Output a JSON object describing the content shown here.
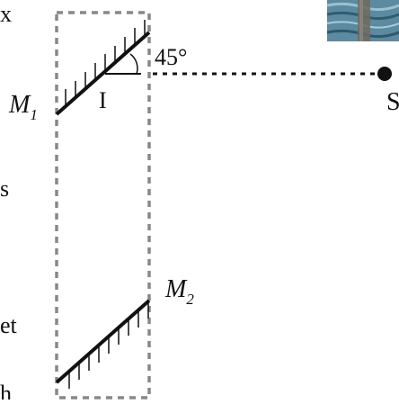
{
  "diagram": {
    "angle_label": "45°",
    "incidence_point_label": "I",
    "mirror_top_label": "M",
    "mirror_top_subscript": "1",
    "mirror_bottom_label": "M",
    "mirror_bottom_subscript": "2",
    "source_label": "S",
    "margin_fragments": [
      "x",
      "s",
      "et",
      "h"
    ]
  },
  "colors": {
    "frame_dashes": "#888888",
    "mirror": "#111111",
    "ray": "#111111",
    "water_thumbnail": "#3f6f86"
  }
}
